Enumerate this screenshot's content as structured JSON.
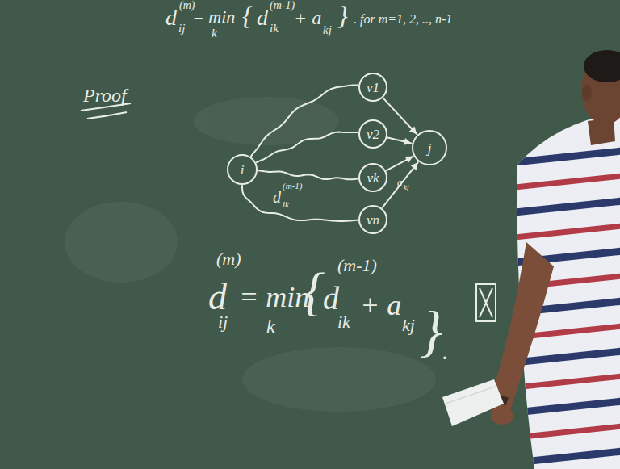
{
  "diagram": {
    "nodes": [
      {
        "text": [
          "i"
        ]
      },
      {
        "text": [
          "v1"
        ]
      },
      {
        "text": [
          "v2"
        ]
      },
      {
        "text": [
          "vk"
        ]
      },
      {
        "text": [
          "vn"
        ]
      },
      {
        "text": [
          "j"
        ]
      }
    ],
    "edges": [
      {
        "from": 0,
        "to": 1,
        "arrow": "none"
      },
      {
        "from": 0,
        "to": 2,
        "arrow": "none"
      },
      {
        "from": 0,
        "to": 3,
        "arrow": "none"
      },
      {
        "from": 0,
        "to": 4,
        "arrow": "none"
      },
      {
        "from": 1,
        "to": 5,
        "arrow": "to"
      },
      {
        "from": 2,
        "to": 5,
        "arrow": "to"
      },
      {
        "from": 3,
        "to": 5,
        "arrow": "to"
      },
      {
        "from": 4,
        "to": 5,
        "arrow": "to"
      }
    ],
    "labels": [
      "d",
      "(m)",
      "ij",
      "= min",
      "k",
      "{",
      "d",
      "(m-1)",
      "ik",
      "+ a",
      "kj",
      "}",
      ". for m=1, 2, .., n-1",
      "Proof",
      "d",
      "(m-1)",
      "ik",
      "a",
      "kj",
      "d",
      "(m)",
      "ij",
      "= min",
      "k",
      "{",
      "d",
      "(m-1)",
      "ik",
      "+ a",
      "kj",
      "}",
      "."
    ]
  }
}
